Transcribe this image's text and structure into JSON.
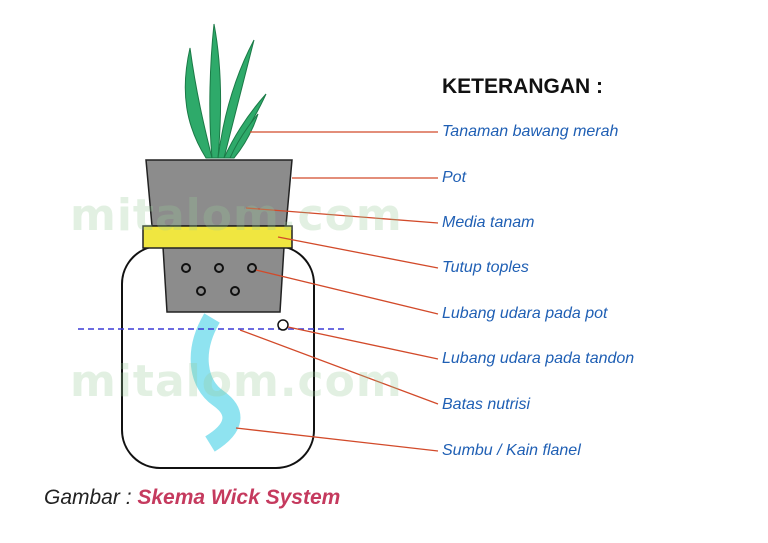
{
  "heading": "KETERANGAN :",
  "labels": [
    "Tanaman bawang merah",
    "Pot",
    "Media tanam",
    "Tutup toples",
    "Lubang udara pada pot",
    "Lubang udara pada tandon",
    "Batas nutrisi",
    "Sumbu / Kain flanel"
  ],
  "caption": {
    "prefix": "Gambar : ",
    "title": "Skema Wick System"
  },
  "watermark": "mitalom.com",
  "colors": {
    "leaf": "#2eaa6a",
    "pot": "#8c8c8c",
    "lid": "#f0e640",
    "wick": "#8fe3f0",
    "nutrient_line": "#3b3bd6",
    "leader_line": "#d24a2a",
    "label_text": "#1f5fb4",
    "caption_highlight": "#c53a5e"
  }
}
